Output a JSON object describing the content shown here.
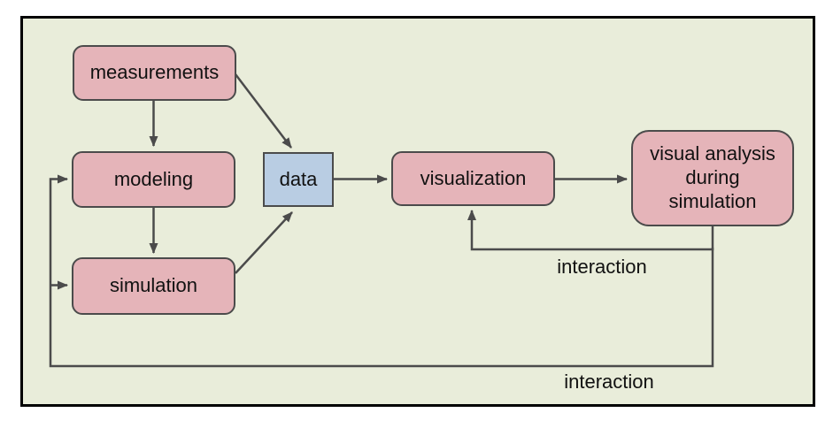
{
  "diagram": {
    "nodes": {
      "measurements": {
        "label": "measurements"
      },
      "modeling": {
        "label": "modeling"
      },
      "simulation": {
        "label": "simulation"
      },
      "data": {
        "label": "data"
      },
      "visualization": {
        "label": "visualization"
      },
      "visual_analysis": {
        "label": "visual analysis\nduring\nsimulation"
      }
    },
    "edge_labels": {
      "interaction_upper": "interaction",
      "interaction_lower": "interaction"
    },
    "colors": {
      "canvas_background": "#e9edda",
      "outer_border": "#000000",
      "box_pink": "#e5b4b9",
      "box_blue": "#b9cde3",
      "stroke": "#4b4b4b",
      "text": "#111111"
    }
  }
}
